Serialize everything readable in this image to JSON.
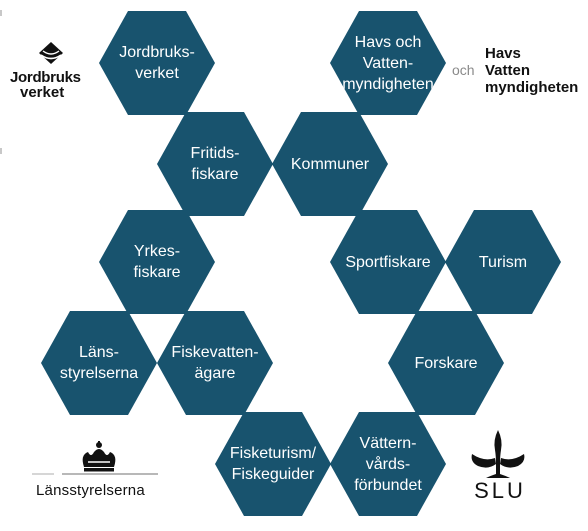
{
  "colors": {
    "hex_fill": "#18536e",
    "text_dark": "#111111",
    "och_gray": "#8a8a8a"
  },
  "hexagons": [
    {
      "id": "jordbruksverket",
      "label": "Jordbruks-\nverket"
    },
    {
      "id": "havsochvatten",
      "label": "Havs och\nVatten-\nmyndigheten"
    },
    {
      "id": "fritidsfiskare",
      "label": "Fritids-\nfiskare"
    },
    {
      "id": "kommuner",
      "label": "Kommuner"
    },
    {
      "id": "yrkesfiskare",
      "label": "Yrkes-\nfiskare"
    },
    {
      "id": "sportfiskare",
      "label": "Sportfiskare"
    },
    {
      "id": "turism",
      "label": "Turism"
    },
    {
      "id": "lansstyrelserna",
      "label": "Läns-\nstyrelserna"
    },
    {
      "id": "fiskevattenagare",
      "label": "Fiskevatten-\nägare"
    },
    {
      "id": "forskare",
      "label": "Forskare"
    },
    {
      "id": "fisketurism",
      "label": "Fisketurism/\nFiskeguider"
    },
    {
      "id": "vatternvardsforbundet",
      "label": "Vättern-\nvårds-\nförbundet"
    }
  ],
  "logos": {
    "jordbruksverket": {
      "line1": "Jordbruks",
      "line2": "verket",
      "icon": "jordbruksverket-emblem-icon"
    },
    "havochvatten": {
      "och": "och",
      "line1": "Havs",
      "line2": "Vatten",
      "line3": "myndigheten"
    },
    "lansstyrelserna": {
      "text": "Länsstyrelserna",
      "icon": "crown-icon"
    },
    "slu": {
      "text": "SLU",
      "icon": "tree-emblem-icon"
    }
  }
}
